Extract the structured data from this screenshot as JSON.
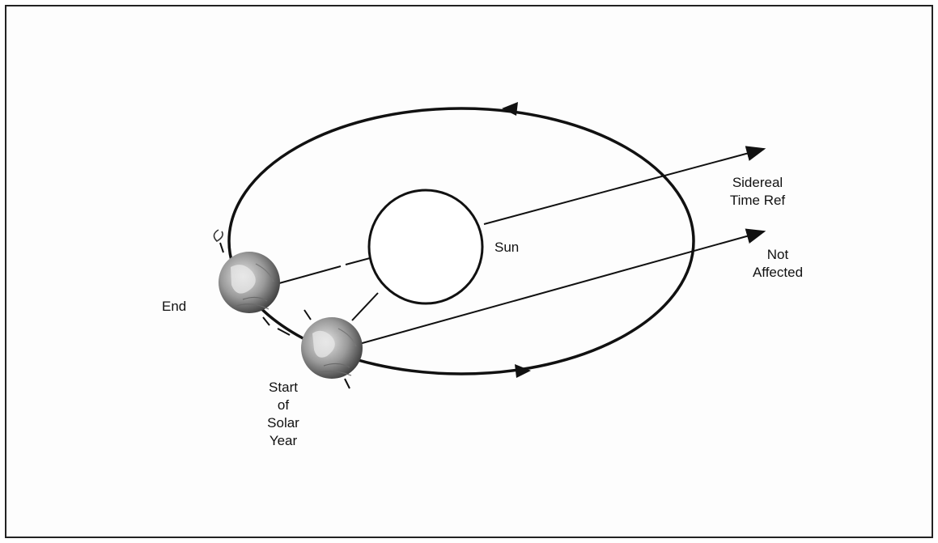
{
  "diagram": {
    "labels": {
      "sun": "Sun",
      "sidereal_line1": "Sidereal",
      "sidereal_line2": "Time Ref",
      "not_affected_line1": "Not",
      "not_affected_line2": "Affected",
      "end": "End",
      "start_line1": "Start",
      "start_line2": "of",
      "start_line3": "Solar",
      "start_line4": "Year"
    },
    "colors": {
      "line": "#111111",
      "earth_dark": "#555555",
      "earth_light": "#cfcfcf"
    }
  }
}
